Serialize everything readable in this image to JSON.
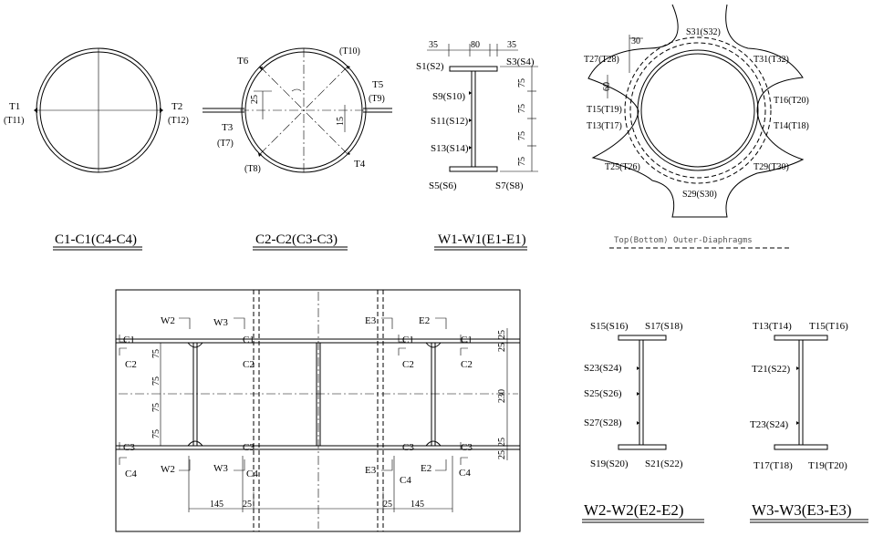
{
  "sections": {
    "c1": {
      "title": "C1-C1(C4-C4)",
      "labels": [
        "T1",
        "(T11)",
        "T2",
        "(T12)"
      ]
    },
    "c2": {
      "title": "C2-C2(C3-C3)",
      "labels": [
        "T6",
        "(T10)",
        "T5",
        "(T9)",
        "T3",
        "(T7)",
        "T4",
        "(T8)"
      ],
      "dims": [
        "25",
        "15"
      ]
    },
    "w1": {
      "title": "W1-W1(E1-E1)",
      "top_dims": [
        "35",
        "80",
        "35"
      ],
      "labels": [
        "S1(S2)",
        "S3(S4)",
        "S9(S10)",
        "S11(S12)",
        "S13(S14)",
        "S5(S6)",
        "S7(S8)"
      ],
      "side_dims": [
        "75",
        "75",
        "75",
        "75"
      ]
    },
    "diaphragm": {
      "title": "Top(Bottom) Outer-Diaphragms",
      "labels": [
        "S31(S32)",
        "T27(T28)",
        "T31(T32)",
        "T16(T20)",
        "T15(T19)",
        "T14(T18)",
        "T13(T17)",
        "T25(T26)",
        "T29(T30)",
        "S29(S30)"
      ],
      "dims": [
        "30",
        "60"
      ]
    },
    "elevation": {
      "cut_labels": [
        "W2",
        "W3",
        "E3",
        "E2",
        "C1",
        "C1",
        "C1",
        "C1",
        "C2",
        "C2",
        "C2",
        "C2",
        "C3",
        "C3",
        "C3",
        "C3",
        "C4",
        "C4",
        "C4",
        "C4",
        "W2",
        "W3",
        "E3",
        "E2"
      ],
      "left_dims": [
        "75",
        "75",
        "75",
        "75"
      ],
      "right_dims": [
        "25",
        "25",
        "230",
        "25",
        "25"
      ],
      "bottom_dims": [
        "145",
        "25",
        "25",
        "145"
      ]
    },
    "w2": {
      "title": "W2-W2(E2-E2)",
      "labels": [
        "S15(S16)",
        "S17(S18)",
        "S23(S24)",
        "S25(S26)",
        "S27(S28)",
        "S19(S20)",
        "S21(S22)"
      ]
    },
    "w3": {
      "title": "W3-W3(E3-E3)",
      "labels": [
        "T13(T14)",
        "T15(T16)",
        "T21(S22)",
        "T23(S24)",
        "T17(T18)",
        "T19(T20)"
      ]
    }
  }
}
